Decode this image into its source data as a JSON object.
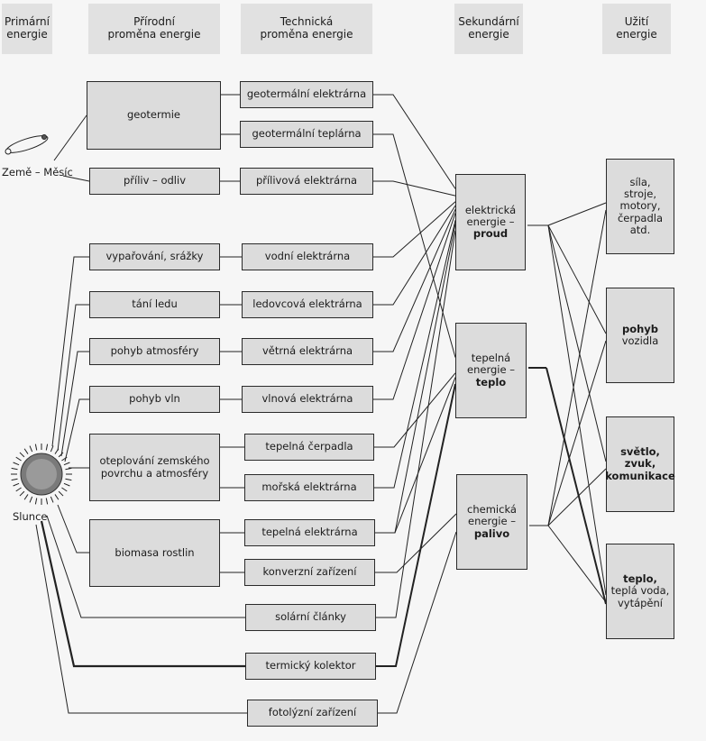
{
  "headers": {
    "primary": [
      "Primární",
      "energie"
    ],
    "natural": [
      "Přírodní",
      "proměna energie"
    ],
    "technical": [
      "Technická",
      "proměna energie"
    ],
    "secondary": [
      "Sekundární",
      "energie"
    ],
    "use": [
      "Užití",
      "energie"
    ]
  },
  "sources": {
    "earth_moon": "Země – Měsíc",
    "sun": "Slunce"
  },
  "natural": {
    "geotermie": "geotermie",
    "priliv": "příliv – odliv",
    "vyparovani": "vypařování, srážky",
    "tani": "tání ledu",
    "atmosfera": "pohyb atmosféry",
    "vlny": "pohyb vln",
    "oteplovani": [
      "oteplování zemského",
      "povrchu a atmosféry"
    ],
    "biomasa": "biomasa rostlin"
  },
  "technical": {
    "geo_elektrarna": "geotermální elektrárna",
    "geo_teplarna": "geotermální teplárna",
    "prilivova": "přílivová elektrárna",
    "vodni": "vodní elektrárna",
    "ledovcova": "ledovcová elektrárna",
    "vetrna": "větrná elektrárna",
    "vlnova": "vlnová elektrárna",
    "cerpadla": "tepelná čerpadla",
    "morska": "mořská elektrárna",
    "tepelna_el": "tepelná elektrárna",
    "konverzni": "konverzní zařízení",
    "solarni": "solární články",
    "termicky": "termický kolektor",
    "fotolyzni": "fotolýzní zařízení"
  },
  "secondary": {
    "elektricka": {
      "lines": [
        "elektrická",
        "energie –"
      ],
      "bold": "proud"
    },
    "tepelna": {
      "lines": [
        "tepelná",
        "energie –"
      ],
      "bold": "teplo"
    },
    "chemicka": {
      "lines": [
        "chemická",
        "energie –"
      ],
      "bold": "palivo"
    }
  },
  "use": {
    "sila": [
      "síla,",
      "stroje,",
      "motory,",
      "čerpadla atd."
    ],
    "pohyb": {
      "bold": "pohyb",
      "rest": "vozidla"
    },
    "svetlo": [
      "světlo,",
      "zvuk,",
      "komunikace"
    ],
    "teplo": {
      "bold": "teplo,",
      "rest": [
        "teplá voda,",
        "vytápění"
      ]
    }
  },
  "colors": {
    "box_fill": "#dcdcdc",
    "line": "#222222"
  }
}
